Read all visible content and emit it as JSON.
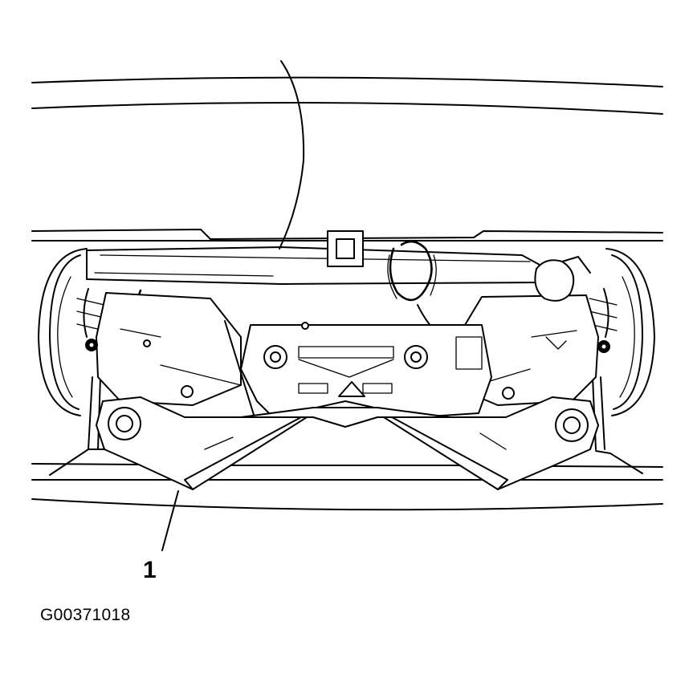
{
  "callouts": [
    {
      "number": "1",
      "target": "rear-suspension-crossmember"
    }
  ],
  "figure": {
    "code": "G00371018"
  },
  "icons": [
    "bolt-icon",
    "bushing-icon",
    "trailer-hitch-receiver-icon"
  ],
  "colors": {
    "line": "#000000",
    "background": "#ffffff"
  }
}
